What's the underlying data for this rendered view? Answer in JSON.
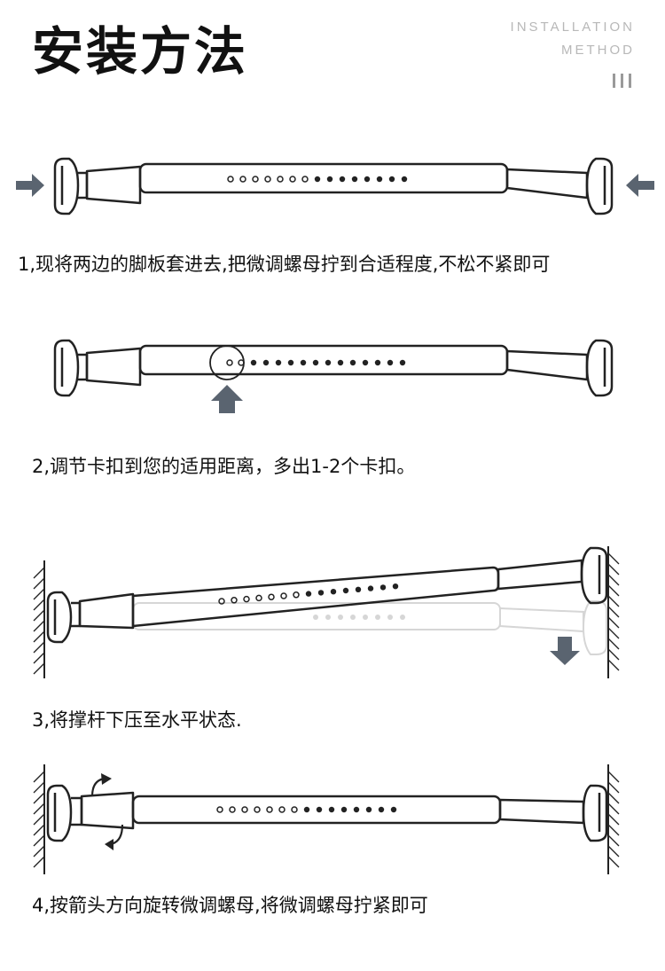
{
  "header": {
    "title": "安装方法",
    "subtitle_line1": "INSTALLATION",
    "subtitle_line2": "METHOD"
  },
  "steps": [
    {
      "caption": "1,现将两边的脚板套进去,把微调螺母拧到合适程度,不松不紧即可"
    },
    {
      "caption": "2,调节卡扣到您的适用距离，多出1-2个卡扣。"
    },
    {
      "caption": "3,将撑杆下压至水平状态."
    },
    {
      "caption": "4,按箭头方向旋转微调螺母,将微调螺母拧紧即可"
    }
  ],
  "colors": {
    "line": "#222222",
    "arrow": "#5a6470",
    "ghost": "#d6d6d6",
    "subtitle": "#b8b8b8"
  }
}
